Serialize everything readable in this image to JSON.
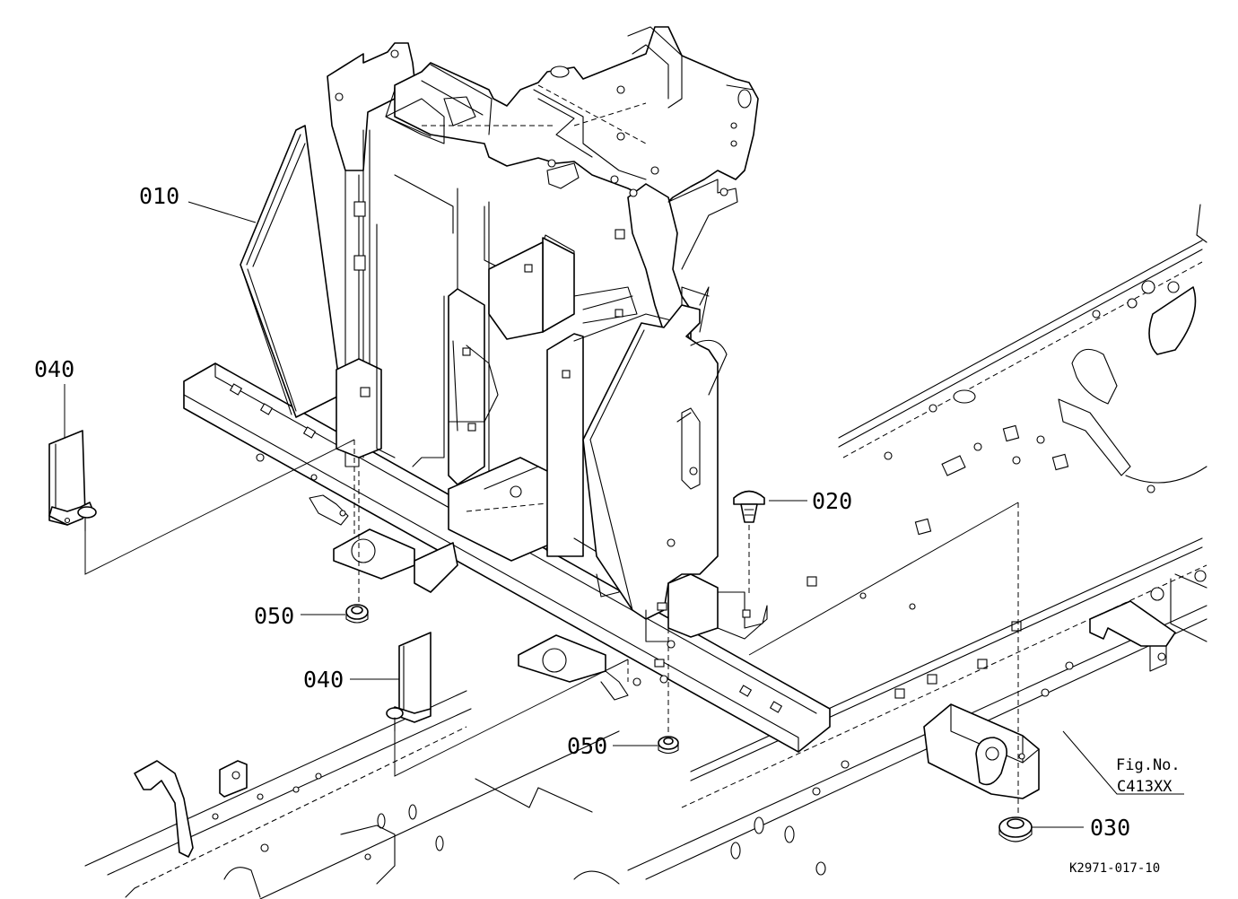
{
  "diagram": {
    "callouts": {
      "part_010": "010",
      "part_020": "020",
      "part_030": "030",
      "part_040_left": "040",
      "part_040_bottom": "040",
      "part_050_left": "050",
      "part_050_bottom": "050"
    },
    "figure": {
      "label": "Fig.No.",
      "number": "C413XX"
    },
    "reference_code": "K2971-017-10"
  }
}
